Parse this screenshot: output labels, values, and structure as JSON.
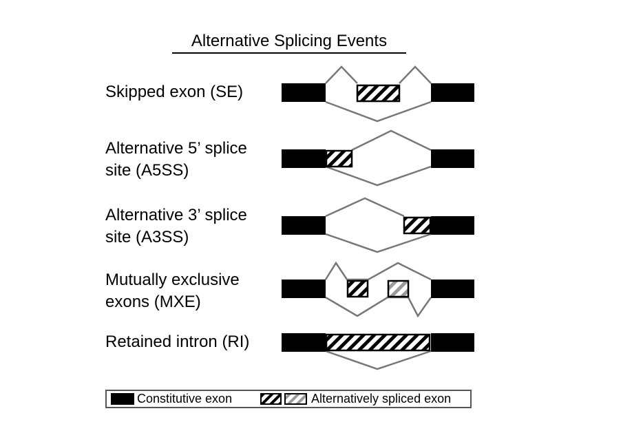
{
  "title": "Alternative Splicing Events",
  "events": [
    {
      "key": "se",
      "lines": [
        "Skipped exon (SE)"
      ]
    },
    {
      "key": "a5ss",
      "lines": [
        "Alternative 5’ splice",
        "site (A5SS)"
      ]
    },
    {
      "key": "a3ss",
      "lines": [
        "Alternative 3’ splice",
        "site (A3SS)"
      ]
    },
    {
      "key": "mxe",
      "lines": [
        "Mutually exclusive",
        "exons (MXE)"
      ]
    },
    {
      "key": "ri",
      "lines": [
        "Retained intron (RI)"
      ]
    }
  ],
  "legend": {
    "constitutive": "Constitutive exon",
    "alternative": "Alternatively spliced exon"
  },
  "colors": {
    "constitutive_exon": "#000000",
    "connector_line": "#777777",
    "alternative_hatch_dark": "#000000",
    "alternative_hatch_light": "#9a9a9a"
  }
}
